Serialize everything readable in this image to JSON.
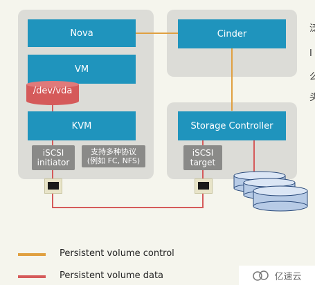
{
  "compute": {
    "nova": "Nova",
    "vm": "VM",
    "disk": "/dev/vda",
    "kvm": "KVM",
    "initiator_line1": "iSCSI",
    "initiator_line2": "initiator",
    "protocol_line1": "支持多种协议",
    "protocol_line2": "(例如 FC, NFS)"
  },
  "storage": {
    "cinder": "Cinder",
    "controller": "Storage Controller",
    "target_line1": "iSCSI",
    "target_line2": "target"
  },
  "legend": {
    "control": {
      "label": "Persistent volume control",
      "color": "#e0a040"
    },
    "data": {
      "label": "Persistent volume data",
      "color": "#d55a5a"
    }
  },
  "side_text": [
    "泛",
    "I",
    "么",
    "头"
  ],
  "watermark": {
    "text": "亿速云"
  },
  "colors": {
    "box": "#1f94bd",
    "disk": "#d55a5a",
    "panel": "#dcdcd7",
    "label": "#8a8a88"
  }
}
